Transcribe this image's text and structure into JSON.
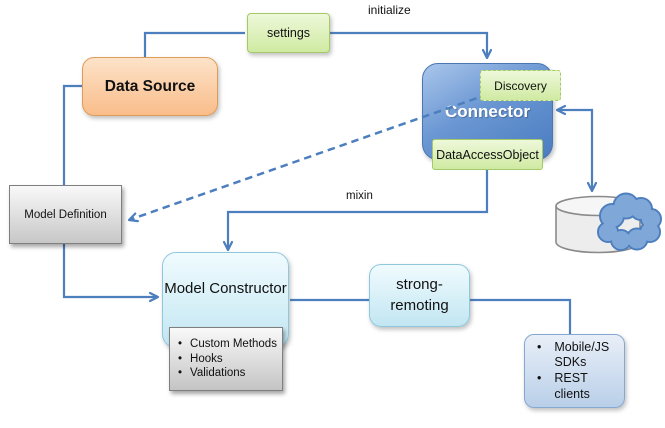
{
  "labels": {
    "initialize": "initialize",
    "mixin": "mixin"
  },
  "nodes": {
    "data_source": {
      "label": "Data Source"
    },
    "settings": {
      "label": "settings"
    },
    "connector": {
      "label": "Connector"
    },
    "discovery": {
      "label": "Discovery"
    },
    "data_access_object": {
      "label": "DataAccessObject"
    },
    "model_definition": {
      "label": "Model Definition"
    },
    "model_constructor": {
      "label": "Model Constructor"
    },
    "model_features": {
      "items": [
        "Custom Methods",
        "Hooks",
        "Validations"
      ]
    },
    "strong_remoting": {
      "label": "strong-remoting"
    },
    "clients": {
      "items": [
        "Mobile/JS SDKs",
        "REST clients"
      ]
    }
  },
  "icons": {
    "database": "database-cylinder-icon",
    "cloud": "cloud-icon"
  },
  "bullet_glyph": "•",
  "colors": {
    "arrow_line": "#4d7ebd",
    "green_fill": "#d9efae",
    "green_border": "#a3c969",
    "connector_blue": "#4a7cc0",
    "orange_fill": "#f9bd8a",
    "gray_fill": "#d9d9d9",
    "light_blue_fill": "#c2e6f2",
    "clients_fill": "#b9cfe8",
    "cloud_blue": "#7fa8d9"
  }
}
